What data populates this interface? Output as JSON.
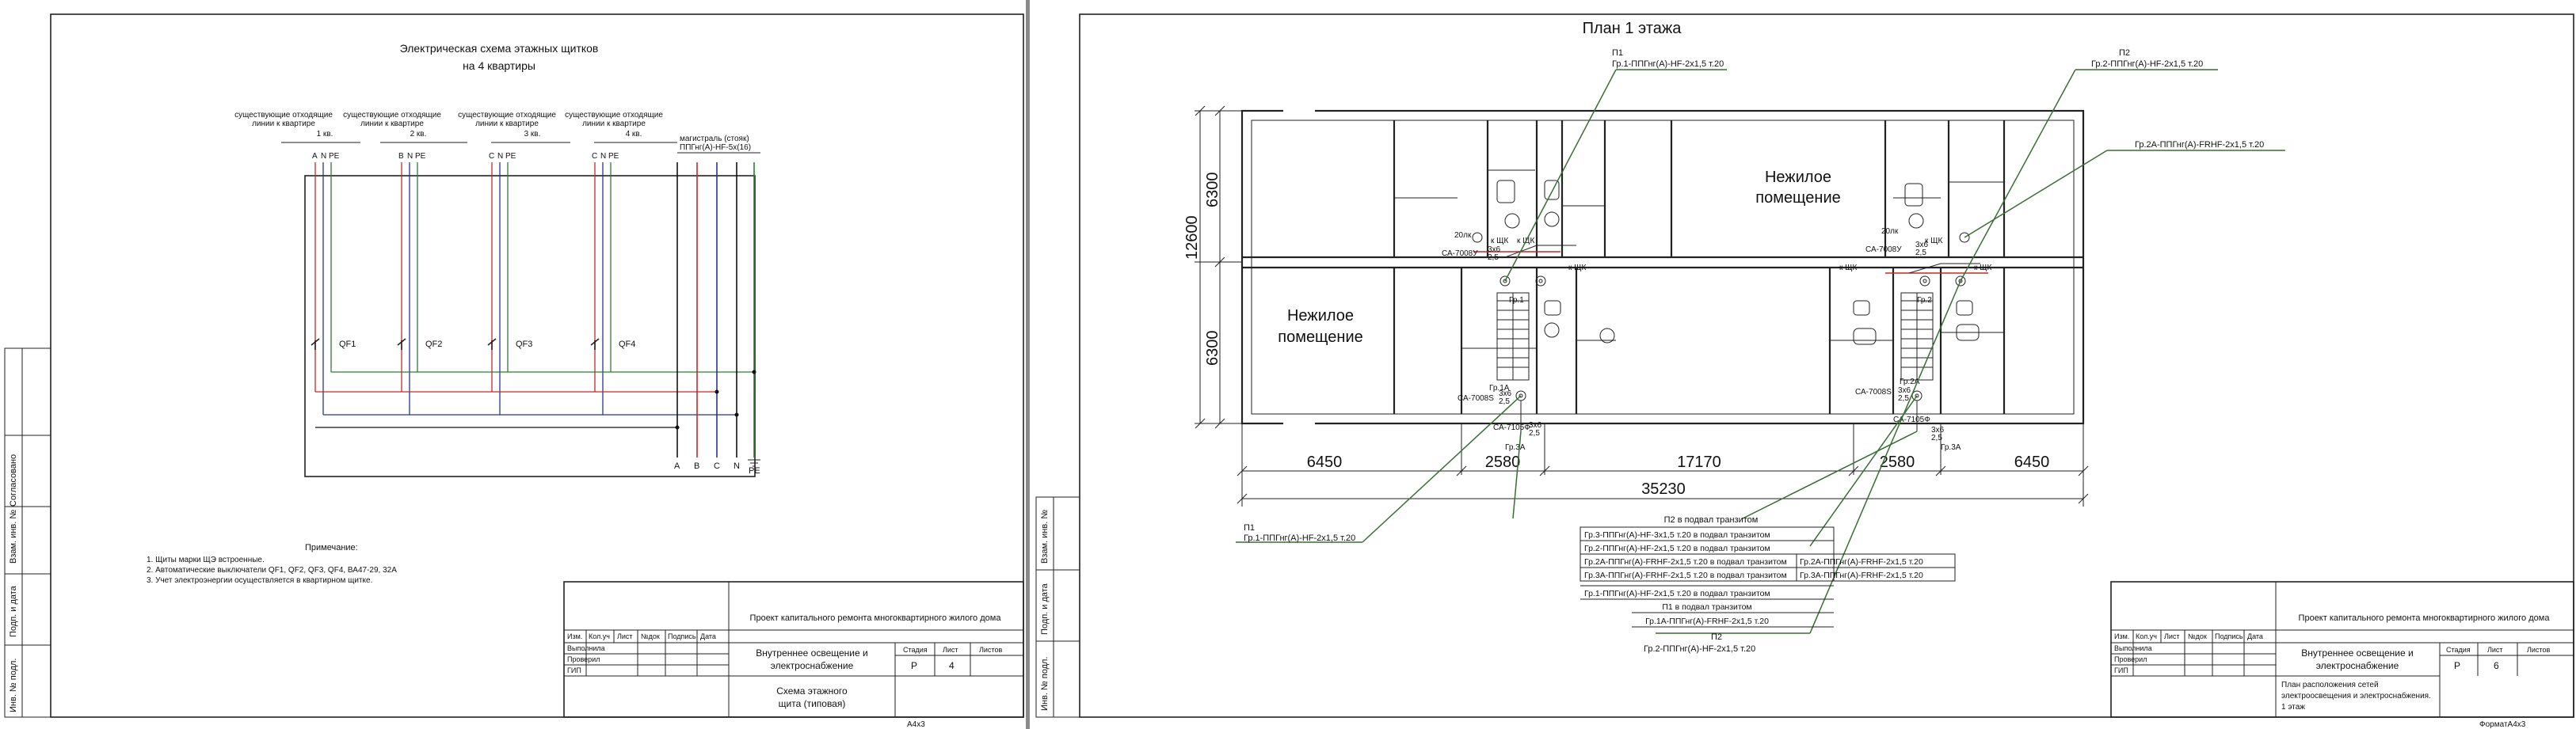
{
  "left_sheet": {
    "title_line1": "Электрическая схема этажных щитков",
    "title_line2": "на 4 квартиры",
    "apartment_groups": [
      {
        "label_line1": "существующие отходящие",
        "label_line2": "линии к квартире",
        "apt": "1 кв.",
        "phases": [
          "A",
          "N",
          "PE"
        ]
      },
      {
        "label_line1": "существующие отходящие",
        "label_line2": "линии к квартире",
        "apt": "2 кв.",
        "phases": [
          "B",
          "N",
          "PE"
        ]
      },
      {
        "label_line1": "существующие отходящие",
        "label_line2": "линии к квартире",
        "apt": "3 кв.",
        "phases": [
          "C",
          "N",
          "PE"
        ]
      },
      {
        "label_line1": "существующие отходящие",
        "label_line2": "линии к квартире",
        "apt": "4 кв.",
        "phases": [
          "C",
          "N",
          "PE"
        ]
      }
    ],
    "main_line_label_line1": "магистраль (стояк)",
    "main_line_label_line2": "ППГнг(А)-HF-5х(16)",
    "breakers": [
      "QF1",
      "QF2",
      "QF3",
      "QF4"
    ],
    "bus_labels": [
      "A",
      "B",
      "C",
      "N",
      "PE"
    ],
    "notes_title": "Примечание:",
    "notes": [
      "1.   Щиты марки ЩЭ встроенные.",
      "2.   Автоматические выключатели QF1, QF2, QF3, QF4, ВА47-29,  32А",
      "3.   Учет электроэнергии осуществляется в квартирном щитке."
    ],
    "side_stamp": [
      "Согласовано",
      "Взам. инв. №",
      "Подп. и дата",
      "Инв. № подл."
    ],
    "title_block": {
      "project": "Проект капитального ремонта многоквартирного жилого дома",
      "section_line1": "Внутреннее освещение и",
      "section_line2": "электроснабжение",
      "sheet_title_line1": "Схема этажного",
      "sheet_title_line2": "щита (типовая)",
      "cols": [
        "Изм.",
        "Кол.уч",
        "Лист",
        "№док",
        "Подпись",
        "Дата"
      ],
      "roles": [
        "Выполнила",
        "Проверил",
        "ГИП"
      ],
      "stage_label": "Стадия",
      "sheet_label": "Лист",
      "sheets_label": "Листов",
      "stage": "Р",
      "sheet": "4",
      "sheets": "",
      "format": "А4х3"
    }
  },
  "right_sheet": {
    "title": "План 1 этажа",
    "rooms": [
      {
        "line1": "Нежилое",
        "line2": "помещение"
      },
      {
        "line1": "Нежилое",
        "line2": "помещение"
      }
    ],
    "dims_h": [
      "6450",
      "2580",
      "17170",
      "2580",
      "6450"
    ],
    "dim_total": "35230",
    "dims_v": [
      "6300",
      "12600",
      "6300"
    ],
    "callouts": {
      "p1_top": {
        "title": "П1",
        "line": "Гр.1-ППГнг(А)-HF-2х1,5 т.20"
      },
      "p2_top": {
        "title": "П2",
        "line": "Гр.2-ППГнг(А)-HF-2х1,5 т.20"
      },
      "gr2a_top": {
        "line": "Гр.2А-ППГнг(А)-FRHF-2х1,5 т.20"
      },
      "p1_bottom": {
        "title": "П1",
        "line": "Гр.1-ППГнг(А)-HF-2х1,5 т.20"
      },
      "p2_bottom": {
        "title": "П2",
        "line": "Гр.2-ППГнг(А)-HF-2х1,5 т.20"
      }
    },
    "transit_header": "П2 в подвал транзитом",
    "transit_rows": [
      "Гр.3-ППГнг(А)-HF-3х1,5 т.20 в подвал транзитом",
      "Гр.2-ППГнг(А)-HF-2х1,5 т.20 в подвал транзитом",
      "Гр.2А-ППГнг(А)-FRHF-2х1,5 т.20 в подвал транзитом",
      "Гр.3А-ППГнг(А)-FRHF-2х1,5 т.20 в подвал транзитом"
    ],
    "transit_rows2": [
      "Гр.1-ППГнг(А)-HF-2х1,5 т.20 в подвал транзитом",
      "П1 в подвал транзитом",
      "Гр.1А-ППГнг(А)-FRHF-2х1,5 т.20"
    ],
    "right_table": [
      "Гр.2А-ППГнг(А)-FRHF-2х1,5 т.20",
      "Гр.3А-ППГнг(А)-FRHF-2х1,5 т.20"
    ],
    "plan_labels": {
      "lux": "20лк",
      "lamp1": "СА-7008У",
      "lamp2": "СА-7008S",
      "lamp3": "СА-7105Ф",
      "val1": "3х6",
      "val2": "2,5",
      "shk": "к ЩК",
      "gr1": "Гр.1",
      "gr2": "Гр.2",
      "gr1a": "Гр.1А",
      "gr2a": "Гр.2А",
      "gr3a": "Гр.3А"
    },
    "side_stamp": [
      "Взам. инв. №",
      "Подп. и дата",
      "Инв. № подл."
    ],
    "title_block": {
      "project": "Проект капитального ремонта многоквартирного жилого дома",
      "section_line1": "Внутреннее освещение и",
      "section_line2": "электроснабжение",
      "sheet_title_line1": "План расположения сетей",
      "sheet_title_line2": "электроосвещения и электроснабжения.",
      "sheet_title_line3": "1 этаж",
      "cols": [
        "Изм.",
        "Кол.уч",
        "Лист",
        "№док",
        "Подпись",
        "Дата"
      ],
      "roles": [
        "Выполнила",
        "Проверил",
        "ГИП"
      ],
      "stage_label": "Стадия",
      "sheet_label": "Лист",
      "sheets_label": "Листов",
      "stage": "Р",
      "sheet": "6",
      "sheets": "",
      "format": "ФорматА4х3"
    }
  },
  "colors": {
    "green_wire": "#2e7d32",
    "red_wire": "#c62828",
    "blue_wire": "#283593",
    "black_wire": "#111111",
    "leader": "#3a6e35"
  }
}
